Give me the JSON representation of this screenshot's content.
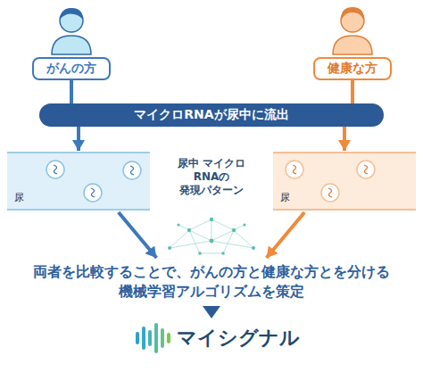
{
  "diagram": {
    "nodes": [
      {
        "text": [
          "がんの方"
        ]
      },
      {
        "text": [
          "健康な方"
        ]
      },
      {
        "text": [
          "マイクロRNAが尿中に流出"
        ]
      },
      {
        "text": [
          "尿"
        ]
      },
      {
        "text": [
          "尿"
        ]
      },
      {
        "text": [
          "両者を比較することで、がんの方と健康な方とを分ける 機械学習アルゴリズムを策定"
        ]
      },
      {
        "text": [
          "マイシグナル"
        ]
      }
    ],
    "edges": [
      {
        "from": 0,
        "to": 2,
        "arrow": "none"
      },
      {
        "from": 2,
        "to": 3,
        "arrow": "to"
      },
      {
        "from": 1,
        "to": 2,
        "arrow": "none"
      },
      {
        "from": 2,
        "to": 4,
        "arrow": "to"
      },
      {
        "from": 3,
        "to": 5,
        "arrow": "to"
      },
      {
        "from": 4,
        "to": 5,
        "arrow": "to"
      },
      {
        "from": 5,
        "to": 6,
        "arrow": "to"
      }
    ],
    "labels": [
      "尿中 マイクロ RNAの 発現パターン"
    ]
  }
}
